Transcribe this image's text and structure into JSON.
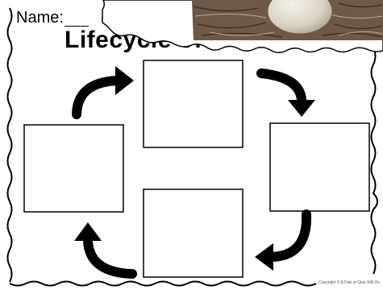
{
  "worksheet": {
    "name_label": "Name:",
    "title": "Lifecycle of",
    "copyright": "Copyright © A Dab of Glue Will Do"
  },
  "boxes": [
    "top",
    "right",
    "bottom",
    "left"
  ],
  "arrows": [
    "top-right",
    "bottom-right",
    "bottom-left",
    "top-left"
  ],
  "photo": {
    "subject": "egg in nest"
  },
  "colors": {
    "ink": "#000000",
    "paper": "#ffffff",
    "photo_frame": "#ffffff"
  }
}
